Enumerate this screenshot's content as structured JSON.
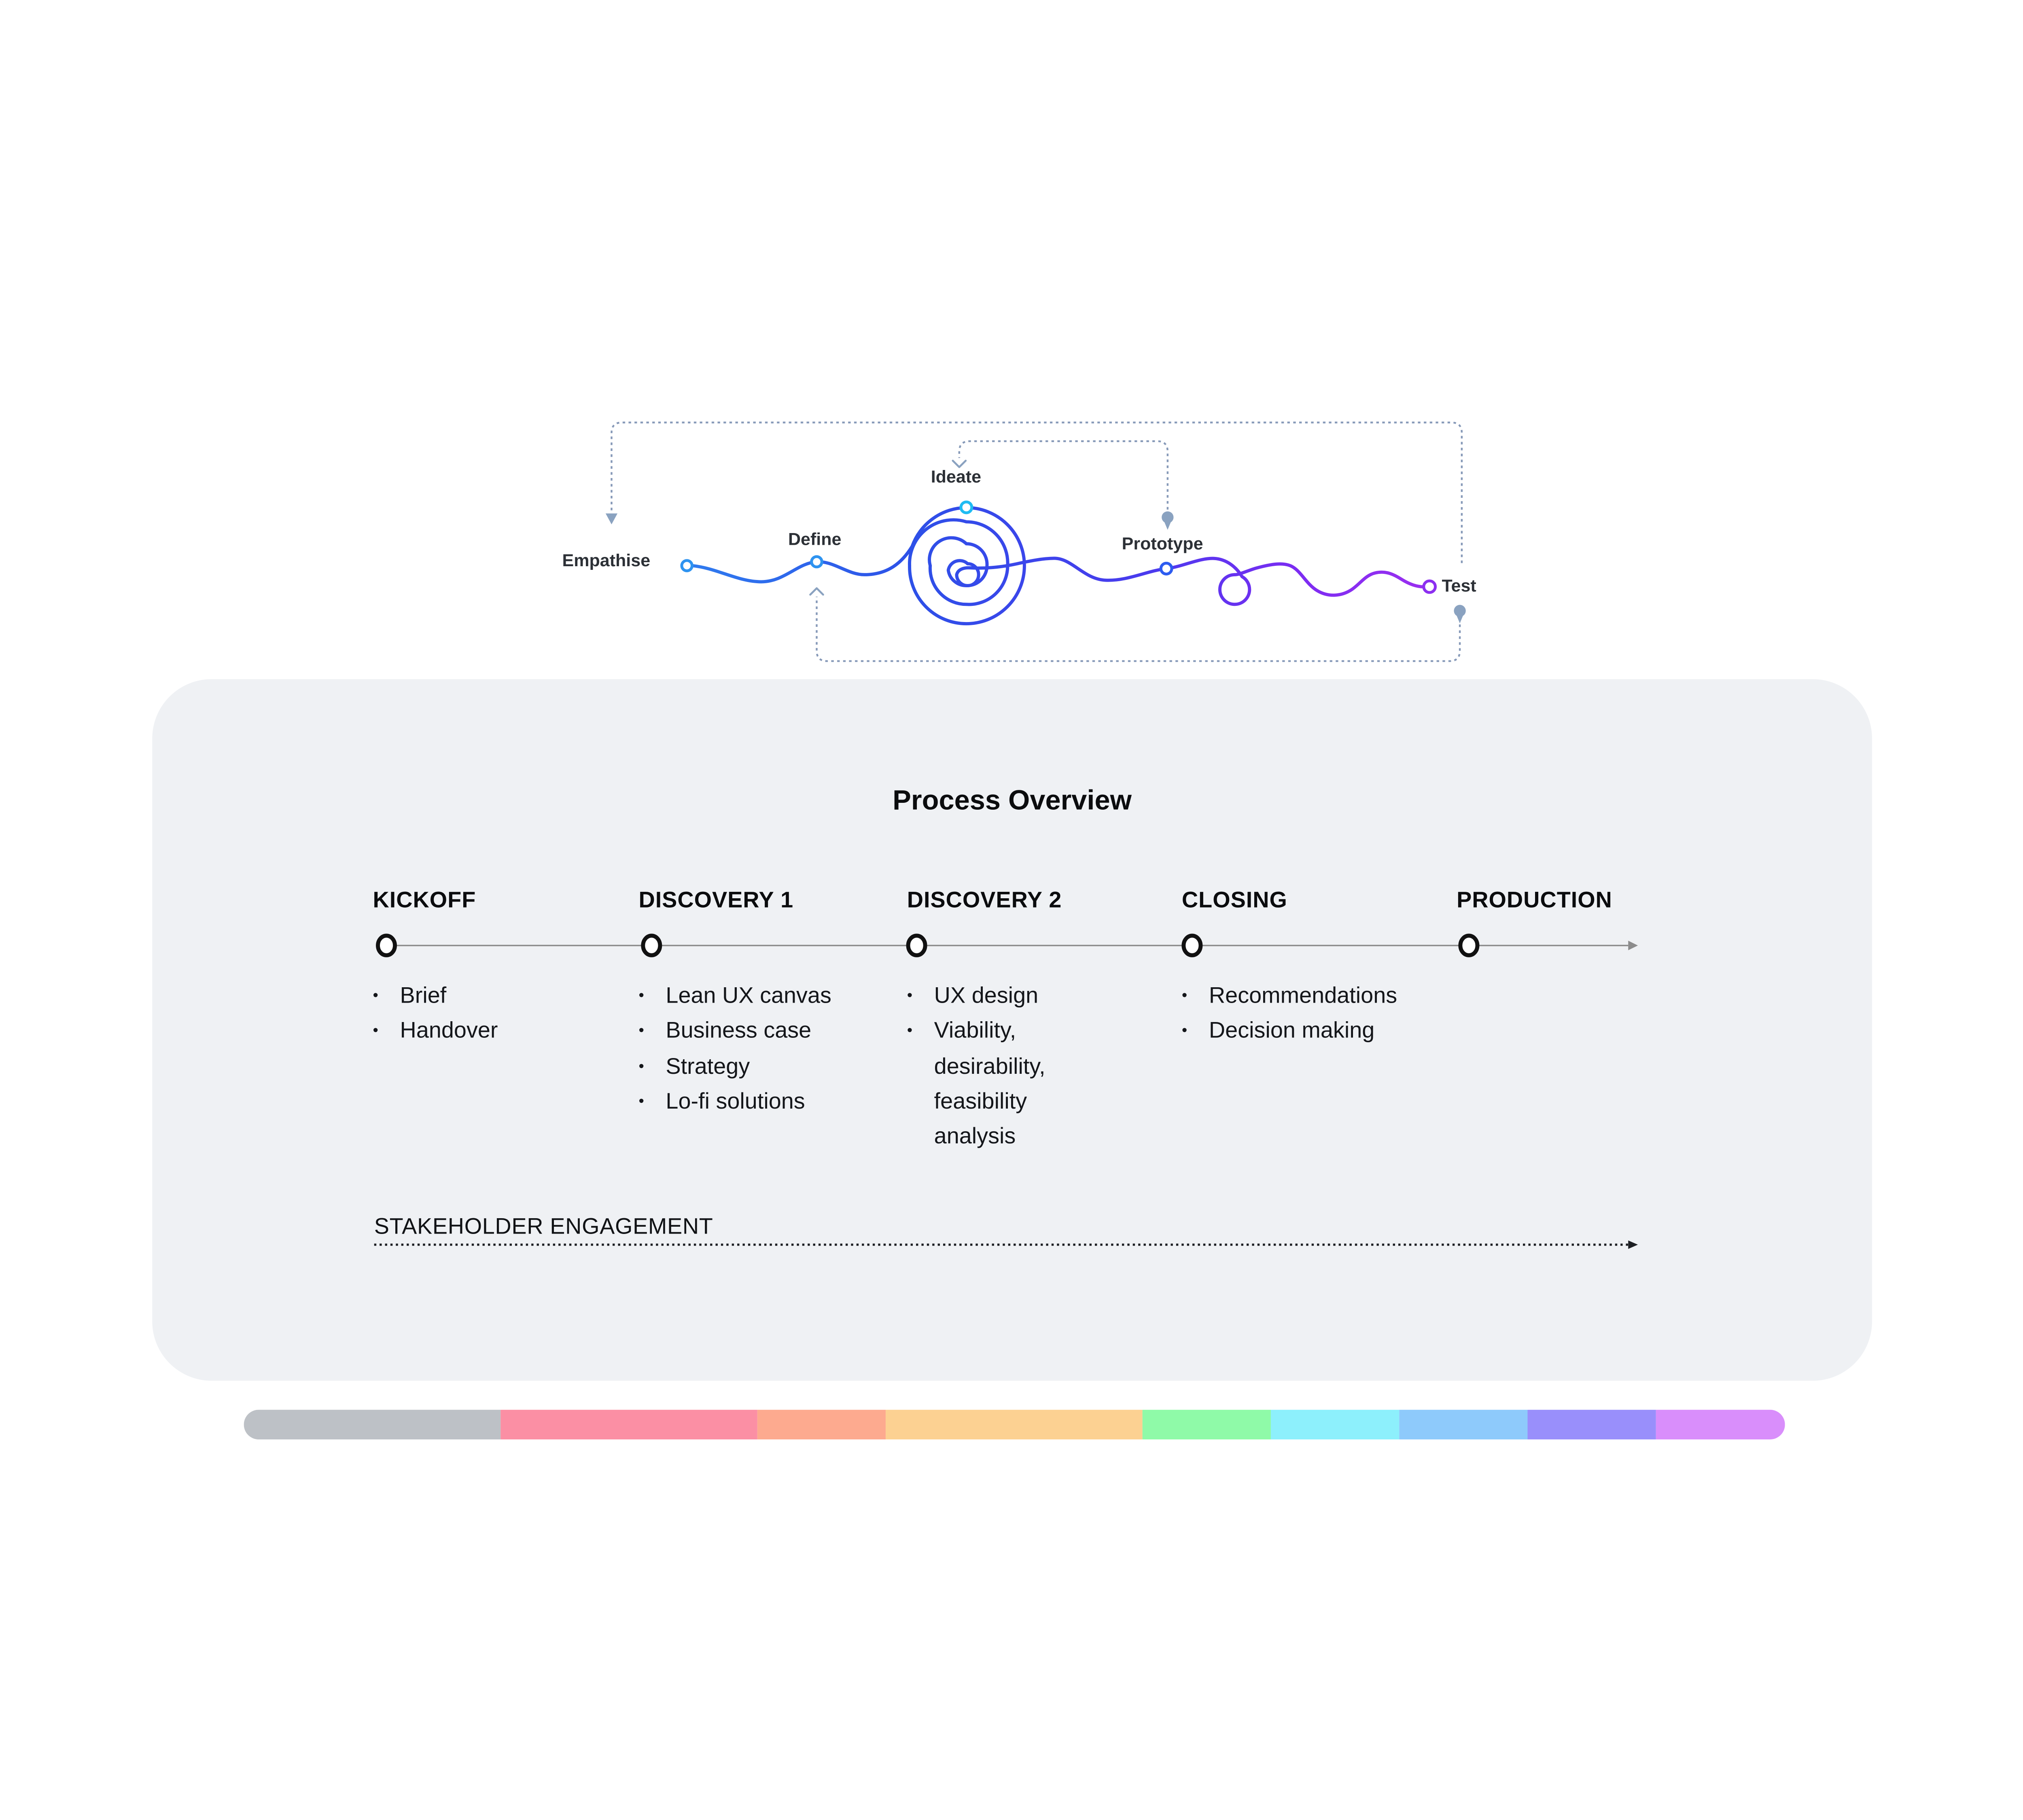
{
  "squiggle": {
    "stages": [
      {
        "label": "Empathise",
        "color": "#2e93f0"
      },
      {
        "label": "Define",
        "color": "#2e93f0"
      },
      {
        "label": "Ideate",
        "color": "#1fbcf2"
      },
      {
        "label": "Prototype",
        "color": "#2d5cf0"
      },
      {
        "label": "Test",
        "color": "#8c2ff0"
      }
    ],
    "line_gradient": [
      "#2f7bef",
      "#2d50e8",
      "#4a3aee",
      "#7c2cf2",
      "#9b2ff0"
    ],
    "feedback_loop_color": "#8fa3c2"
  },
  "card": {
    "title": "Process Overview",
    "background": "#eff1f4",
    "phases": [
      {
        "name": "KICKOFF",
        "items": [
          "Brief",
          "Handover"
        ]
      },
      {
        "name": "DISCOVERY 1",
        "items": [
          "Lean UX canvas",
          "Business case",
          "Strategy",
          "Lo-fi solutions"
        ]
      },
      {
        "name": "DISCOVERY 2",
        "items": [
          "UX design",
          "Viability, desirability, feasibility analysis"
        ]
      },
      {
        "name": "CLOSING",
        "items": [
          "Recommendations",
          "Decision making"
        ]
      },
      {
        "name": "PRODUCTION",
        "items": []
      }
    ],
    "stakeholder_label": "STAKEHOLDER ENGAGEMENT"
  },
  "palette_bar": {
    "colors": [
      "#bdc1c6",
      "#fb8fa4",
      "#fdaa8f",
      "#fcd192",
      "#8ffaa8",
      "#8df0fc",
      "#8ecafb",
      "#998ffb",
      "#d98efb"
    ]
  }
}
